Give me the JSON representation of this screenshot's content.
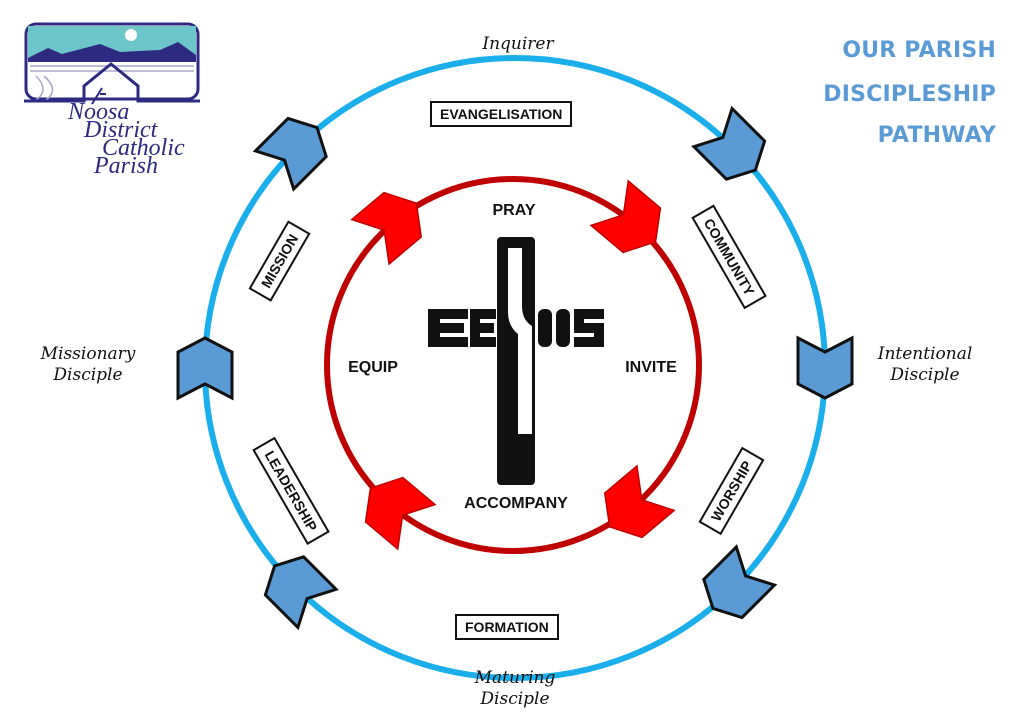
{
  "title": {
    "lines": [
      "OUR PARISH",
      "DISCIPLESHIP",
      "PATHWAY"
    ],
    "color": "#5b9bd5"
  },
  "logo": {
    "lines": [
      "Noosa",
      "District",
      "Catholic",
      "Parish"
    ],
    "text_color": "#2e2a82",
    "sky_color": "#6cc5c8",
    "icon": "church-landscape-logo"
  },
  "outer_cycle": {
    "ring_color": "#1aaeea",
    "arrow_fill": "#5b9bd5",
    "arrow_stroke": "#111111",
    "stages": [
      {
        "label": "Inquirer"
      },
      {
        "label": "Intentional Disciple"
      },
      {
        "label": "Maturing Disciple"
      },
      {
        "label": "Missionary Disciple"
      }
    ],
    "activities": [
      {
        "label": "EVANGELISATION"
      },
      {
        "label": "COMMUNITY"
      },
      {
        "label": "WORSHIP"
      },
      {
        "label": "FORMATION"
      },
      {
        "label": "LEADERSHIP"
      },
      {
        "label": "MISSION"
      }
    ]
  },
  "inner_cycle": {
    "ring_color": "#c00000",
    "arrow_fill": "#ff0000",
    "steps": [
      {
        "label": "PRAY"
      },
      {
        "label": "INVITE"
      },
      {
        "label": "ACCOMPANY"
      },
      {
        "label": "EQUIP"
      }
    ]
  },
  "center": {
    "word": "JESUS",
    "icon": "cross-icon"
  }
}
